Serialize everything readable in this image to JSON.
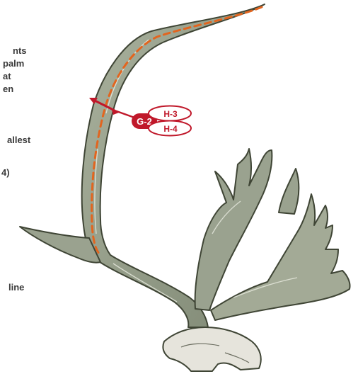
{
  "left_text_fragments": [
    "nts",
    "palm",
    "at",
    "en",
    "allest",
    "4)",
    "line"
  ],
  "callouts": {
    "measurement": "G-2",
    "upper_circle": "H-3",
    "lower_circle": "H-4"
  },
  "colors": {
    "antler_fill": "#9aa28f",
    "antler_stroke": "#3f4535",
    "centerline": "#e2651f",
    "measure_arrow": "#c0182a",
    "badge": "#c0182a"
  }
}
